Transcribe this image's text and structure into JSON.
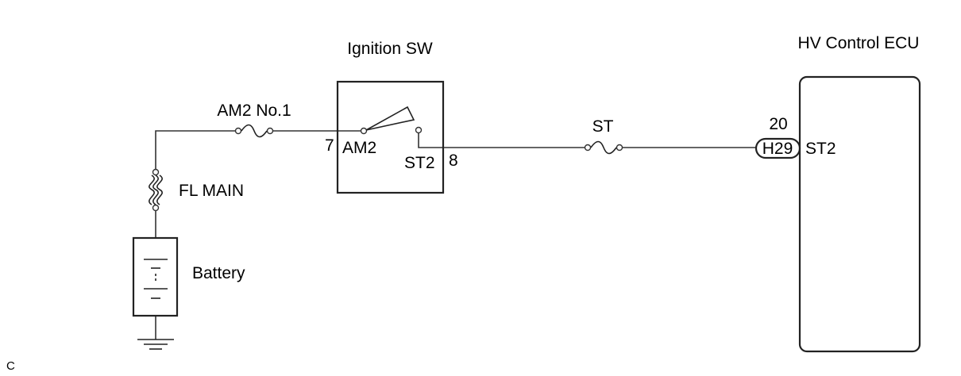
{
  "components": {
    "ignition_sw": "Ignition SW",
    "hv_ecu": "HV Control ECU",
    "fuse_am2": "AM2 No.1",
    "fuse_st": "ST",
    "fusible_link": "FL MAIN",
    "battery": "Battery"
  },
  "pins": {
    "am2_number": "7",
    "am2_name": "AM2",
    "st2_name": "ST2",
    "st2_number": "8",
    "ecu_pin_number": "20",
    "ecu_connector": "H29",
    "ecu_pin_name": "ST2"
  },
  "footer_code": "C"
}
